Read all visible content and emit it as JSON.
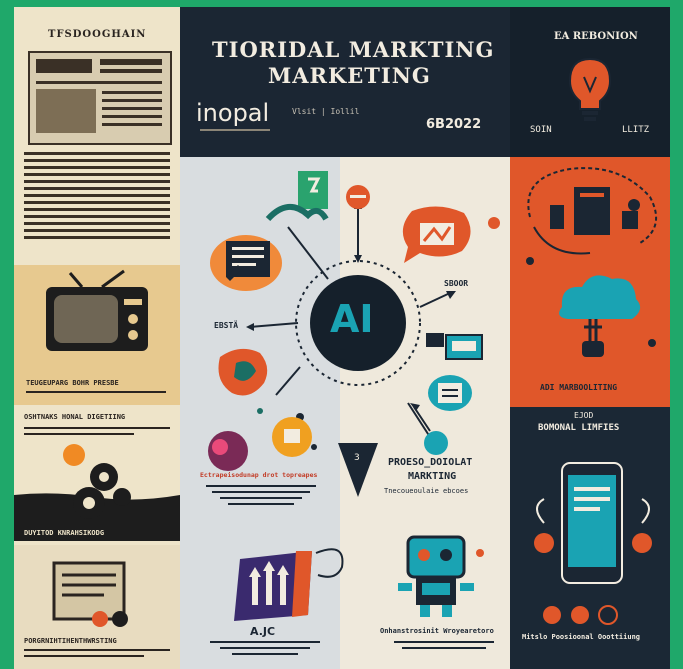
{
  "header": {
    "title_line1": "TIORIDAL MARKTING",
    "title_line2": "MARKETING",
    "brand": "inopal",
    "brand_tag": "Vlsit | Iollil",
    "date": "6B2022"
  },
  "left": {
    "top_heading": "TFSDOOGHAIN",
    "tv_caption": "TEUGEUPARG BOHR PRESBE",
    "mid_heading": "OSHTNAKS HONAL DIGETIING",
    "gears_caption": "DUYITOD KNRAHSIKODG",
    "bottom_heading": "PORGRNIHTIHENTHWRSTING"
  },
  "center": {
    "ai_label": "AI",
    "left_label": "EBSTÄ",
    "right_label": "SBOOR",
    "mid_caption": "Ectrapeisodunap drot topreapes",
    "right_heading_1": "PROESO_DOIOLAT",
    "right_heading_2": "MARKTING",
    "right_sub": "Tnecoueoulaie ebcoes",
    "bottom_left_label": "A.JC",
    "bottom_right_label": "Onhanstrosinit Wroyearetoro"
  },
  "right": {
    "top_heading": "EA REBONION",
    "bulb_left": "SOIN",
    "bulb_right": "LLITZ",
    "cloud_label": "ADI MARBOOLITING",
    "mid_heading_1": "EJOD",
    "mid_heading_2": "BOMONAL LIMFIES",
    "bottom_label": "Mitslo Poosioonal Ooottiiung"
  },
  "colors": {
    "navy": "#1b2633",
    "orange": "#e0572a",
    "teal": "#1aa3b3",
    "cream": "#eee4c9",
    "green_bg": "#1fa86a"
  }
}
